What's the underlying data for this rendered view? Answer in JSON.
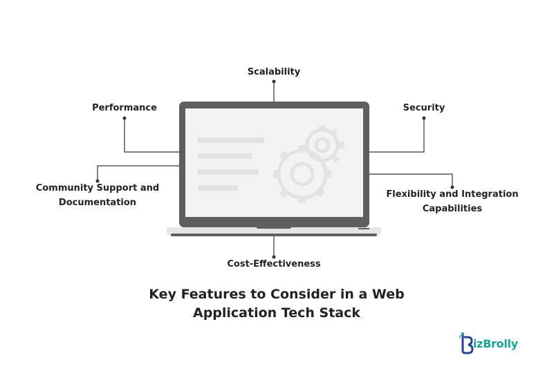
{
  "diagram": {
    "features": {
      "top": "Scalability",
      "top_left": "Performance",
      "top_right": "Security",
      "mid_left_line1": "Community Support and",
      "mid_left_line2": "Documentation",
      "mid_right_line1": "Flexibility and Integration",
      "mid_right_line2": "Capabilities",
      "bottom": "Cost-Effectiveness"
    },
    "title_line1": "Key Features to Consider in a Web",
    "title_line2": "Application Tech Stack"
  },
  "branding": {
    "logo_text": "BizBrolly",
    "logo_letter": "B",
    "logo_rest": "izBrolly",
    "colors": {
      "primary": "#1aa39a",
      "logo_mark": "#2e3f8f"
    }
  },
  "colors": {
    "laptop_frame": "#5f5f5f",
    "laptop_screen": "#f3f3f3",
    "laptop_base": "#e6e6e6",
    "content_lines": "#e2e2e2",
    "connector": "#333333"
  }
}
